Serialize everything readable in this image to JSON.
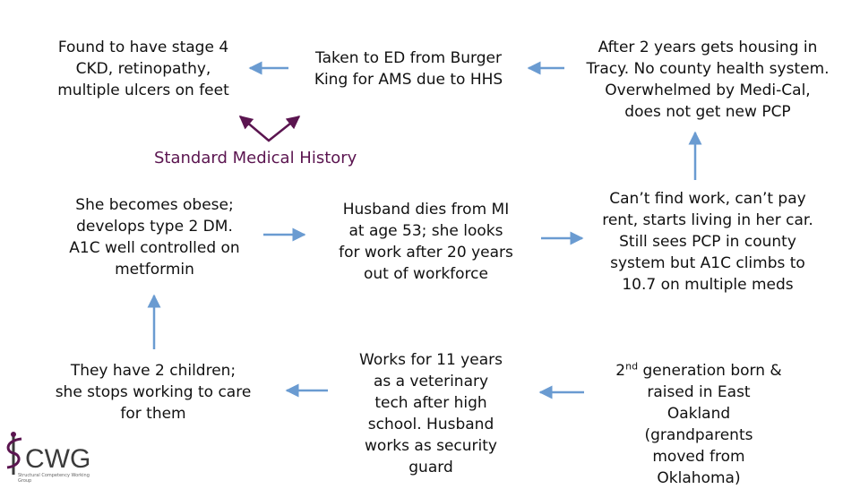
{
  "title": "Standard Medical History",
  "nodes": {
    "found_ckd": [
      "Found to have stage 4",
      "CKD, retinopathy,",
      "multiple ulcers on feet"
    ],
    "taken_ed": [
      "Taken to ED from Burger",
      "King for AMS due to HHS"
    ],
    "housing": [
      "After 2 years gets housing in",
      "Tracy. No county health system.",
      "Overwhelmed by Medi-Cal,",
      "does not get new PCP"
    ],
    "obese": [
      "She becomes obese;",
      "develops type 2 DM.",
      "A1C well controlled on",
      "metformin"
    ],
    "husband_dies": [
      "Husband dies from MI",
      "at age 53; she looks",
      "for work after 20 years",
      "out of workforce"
    ],
    "cant_find_work": [
      "Can’t find work, can’t pay",
      "rent, starts living in her car.",
      "Still sees PCP in county",
      "system but A1C climbs to",
      "10.7 on multiple meds"
    ],
    "children": [
      "They have 2 children;",
      "she stops working to care",
      "for them"
    ],
    "works": [
      "Works for 11 years",
      "as a veterinary",
      "tech after high",
      "school. Husband",
      "works as security",
      "guard"
    ],
    "gen2": {
      "ordinal": "2",
      "suffix": "nd",
      "first_line_rest": " generation born &",
      "lines": [
        "raised in East",
        "Oakland",
        "(grandparents",
        "moved from",
        "Oklahoma)"
      ]
    }
  },
  "logo": {
    "text": "CWG",
    "subtitle": "Structural Competency Working Group"
  },
  "colors": {
    "arrow": "#6a9bd1",
    "title": "#5b1550",
    "chevron": "#5b1550",
    "logo": "#3b3b3b"
  }
}
